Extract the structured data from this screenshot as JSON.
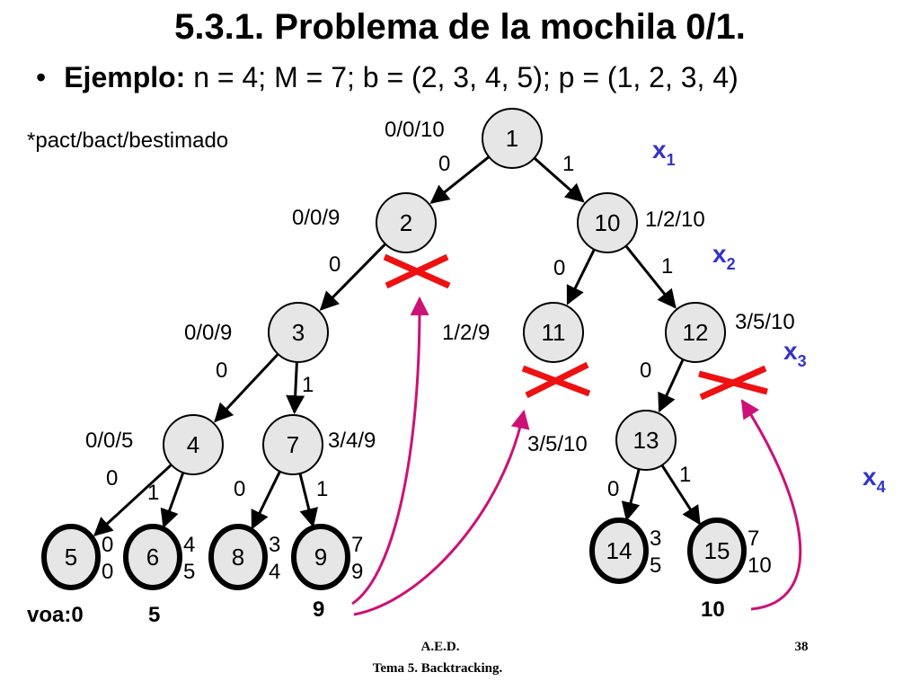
{
  "title": "5.3.1. Problema de la mochila 0/1.",
  "example": {
    "bullet": "•",
    "label": "Ejemplo:",
    "text": "n = 4; M = 7;  b = (2, 3, 4, 5);  p = (1, 2, 3, 4)"
  },
  "legend": "*pact/bact/bestimado",
  "colors": {
    "level_labels": "#3333cc",
    "pruning_cross": "#ee1111",
    "arrows": "#cc1177",
    "node_fill": "#e6e6e6"
  },
  "nodes": [
    {
      "id": "n1",
      "label": "1",
      "info": "0/0/10"
    },
    {
      "id": "n2",
      "label": "2",
      "info": "0/0/9"
    },
    {
      "id": "n10",
      "label": "10",
      "info": "1/2/10"
    },
    {
      "id": "n3",
      "label": "3",
      "info": "0/0/9"
    },
    {
      "id": "n11",
      "label": "11",
      "info": "1/2/9"
    },
    {
      "id": "n12",
      "label": "12",
      "info": "3/5/10"
    },
    {
      "id": "n4",
      "label": "4",
      "info": "0/0/5"
    },
    {
      "id": "n7",
      "label": "7",
      "info": "3/4/9"
    },
    {
      "id": "n13",
      "label": "13",
      "info": "3/5/10"
    },
    {
      "id": "n5",
      "label": "5",
      "p": "0",
      "b": "0"
    },
    {
      "id": "n6",
      "label": "6",
      "p": "4",
      "b": "5"
    },
    {
      "id": "n8",
      "label": "8",
      "p": "3",
      "b": "4"
    },
    {
      "id": "n9",
      "label": "9",
      "p": "7",
      "b": "9"
    },
    {
      "id": "n14",
      "label": "14",
      "p": "3",
      "b": "5"
    },
    {
      "id": "n15",
      "label": "15",
      "p": "7",
      "b": "10"
    }
  ],
  "edges": [
    {
      "from": "n1",
      "to": "n2",
      "label": "0"
    },
    {
      "from": "n1",
      "to": "n10",
      "label": "1"
    },
    {
      "from": "n2",
      "to": "n3",
      "label": "0"
    },
    {
      "from": "n10",
      "to": "n11",
      "label": "0"
    },
    {
      "from": "n10",
      "to": "n12",
      "label": "1"
    },
    {
      "from": "n3",
      "to": "n4",
      "label": "0"
    },
    {
      "from": "n3",
      "to": "n7",
      "label": "1"
    },
    {
      "from": "n12",
      "to": "n13",
      "label": "0"
    },
    {
      "from": "n4",
      "to": "n5",
      "label": "0"
    },
    {
      "from": "n4",
      "to": "n6",
      "label": "1"
    },
    {
      "from": "n7",
      "to": "n8",
      "label": "0"
    },
    {
      "from": "n7",
      "to": "n9",
      "label": "1"
    },
    {
      "from": "n13",
      "to": "n14",
      "label": "0"
    },
    {
      "from": "n13",
      "to": "n15",
      "label": "1"
    }
  ],
  "levels": [
    {
      "var": "x",
      "sub": "1"
    },
    {
      "var": "x",
      "sub": "2"
    },
    {
      "var": "x",
      "sub": "3"
    },
    {
      "var": "x",
      "sub": "4"
    }
  ],
  "voa_values": [
    "voa:0",
    "5",
    "9",
    "10"
  ],
  "footer": {
    "course": "A.E.D.",
    "topic": "Tema 5. Backtracking.",
    "page": "38"
  }
}
